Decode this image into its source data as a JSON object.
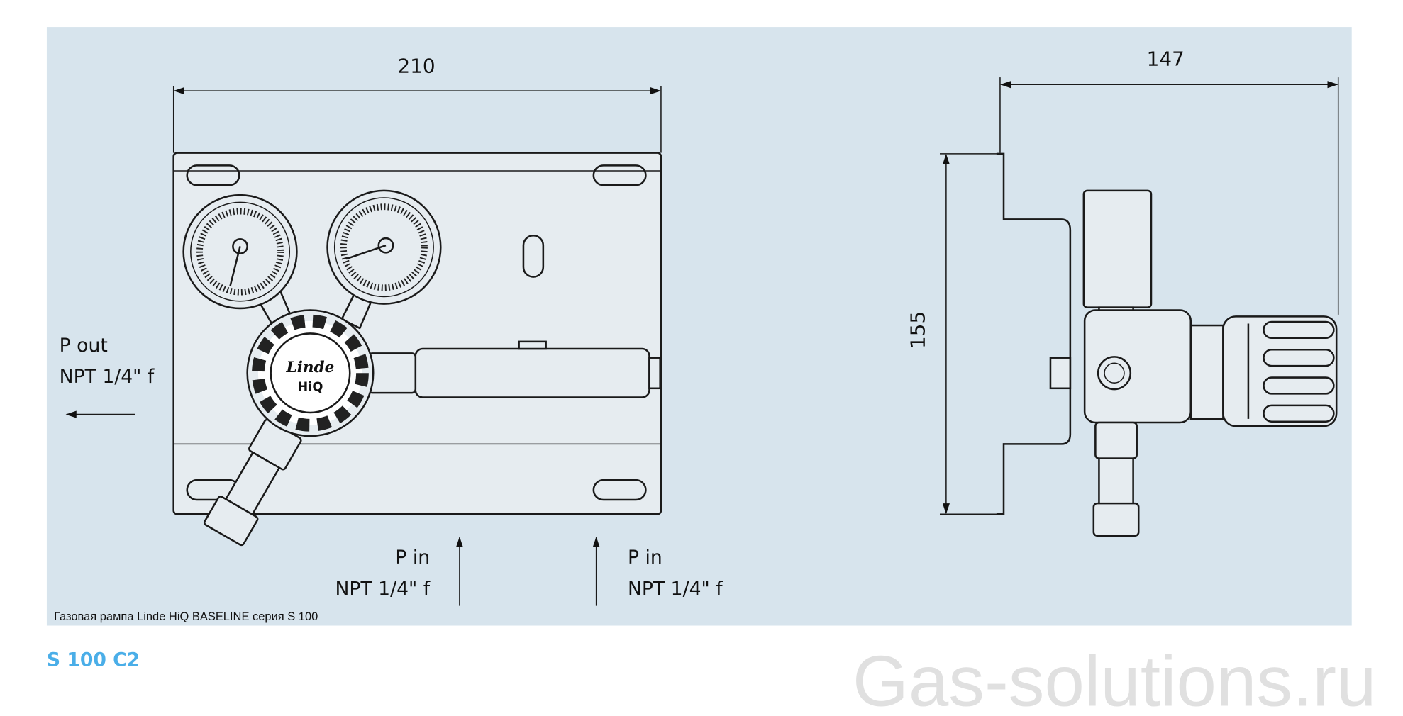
{
  "drawing": {
    "dim_width_front": "210",
    "dim_width_side": "147",
    "dim_height_side": "155",
    "outlet": {
      "label": "P out",
      "thread": "NPT 1/4\" f"
    },
    "inlet_left": {
      "label": "P in",
      "thread": "NPT 1/4\" f"
    },
    "inlet_right": {
      "label": "P in",
      "thread": "NPT 1/4\" f"
    },
    "logo_brand": "Linde",
    "logo_sub": "HiQ"
  },
  "caption": "Газовая рампа Linde HiQ BASELINE серия S 100",
  "model": "S 100 C2",
  "watermark": "Gas-solutions.ru",
  "colors": {
    "panel": "#d7e4ed",
    "model": "#4aaee8",
    "watermark": "#e0e0e0"
  }
}
